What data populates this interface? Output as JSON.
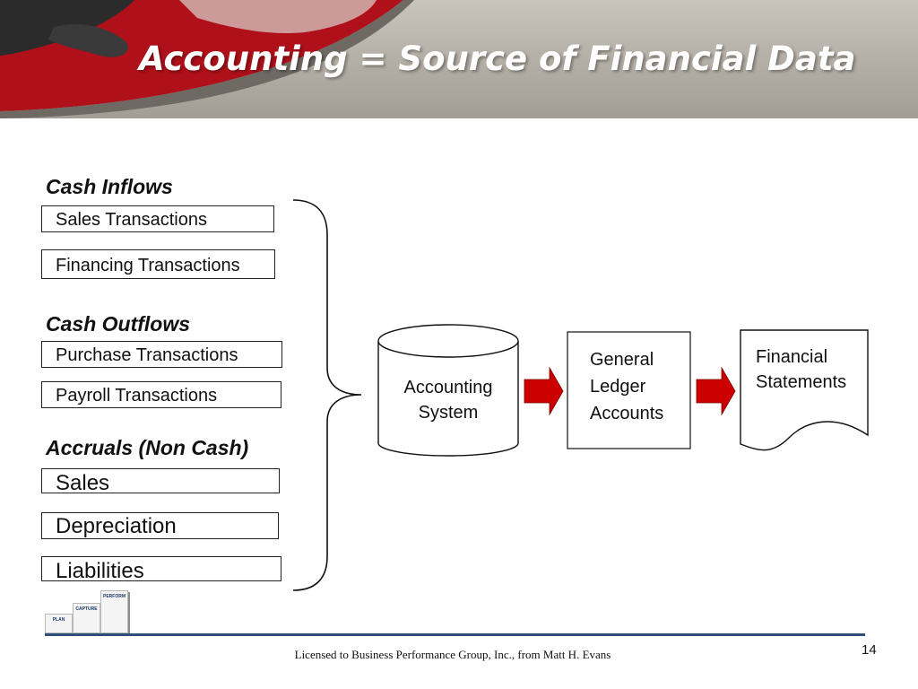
{
  "slide": {
    "title": "Accounting = Source of Financial Data"
  },
  "sections": [
    {
      "heading": "Cash Inflows",
      "items": [
        "Sales Transactions",
        "Financing Transactions"
      ]
    },
    {
      "heading": "Cash Outflows",
      "items": [
        "Purchase Transactions",
        "Payroll Transactions"
      ]
    },
    {
      "heading": "Accruals (Non Cash)",
      "items": [
        "Sales",
        "Depreciation",
        "Liabilities"
      ]
    }
  ],
  "flow": {
    "accounting_system": [
      "Accounting",
      "System"
    ],
    "general_ledger": [
      "General",
      "Ledger",
      "Accounts"
    ],
    "financial_statements": [
      "Financial",
      "Statements"
    ],
    "arrow_color": "#cc0000"
  },
  "logo": {
    "steps": [
      "PLAN",
      "CAPTURE",
      "PERFORM"
    ]
  },
  "footer": {
    "license_text": "Licensed to Business Performance Group, Inc., from Matt H. Evans",
    "page_number": "14"
  },
  "colors": {
    "header_accent": "#b0101a",
    "footer_rule": "#2f4e7a"
  }
}
